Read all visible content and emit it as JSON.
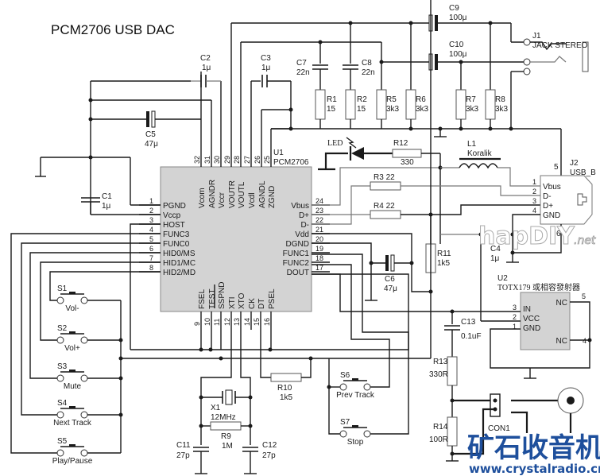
{
  "title": "PCM2706 USB DAC",
  "u1": {
    "ref": "U1",
    "part": "PCM2706",
    "top_pins": [
      {
        "num": "32",
        "name": "Vcom"
      },
      {
        "num": "31",
        "name": "AGNDR"
      },
      {
        "num": "30",
        "name": "Vccr"
      },
      {
        "num": "29",
        "name": "VOUTR"
      },
      {
        "num": "28",
        "name": "VOUTL"
      },
      {
        "num": "27",
        "name": "Vcdl"
      },
      {
        "num": "26",
        "name": "AGNDL"
      },
      {
        "num": "25",
        "name": "ZGND"
      }
    ],
    "left_pins": [
      {
        "num": "1",
        "name": "PGND"
      },
      {
        "num": "2",
        "name": "Vccp"
      },
      {
        "num": "3",
        "name": "HOST"
      },
      {
        "num": "4",
        "name": "FUNC3"
      },
      {
        "num": "5",
        "name": "FUNC0"
      },
      {
        "num": "6",
        "name": "HID0/MS"
      },
      {
        "num": "7",
        "name": "HID1/MC"
      },
      {
        "num": "8",
        "name": "HID2/MD"
      }
    ],
    "right_pins": [
      {
        "num": "24",
        "name": "Vbus"
      },
      {
        "num": "23",
        "name": "D+"
      },
      {
        "num": "22",
        "name": "D-"
      },
      {
        "num": "21",
        "name": "Vdd"
      },
      {
        "num": "20",
        "name": "DGND"
      },
      {
        "num": "19",
        "name": "FUNC1"
      },
      {
        "num": "18",
        "name": "FUNC2"
      },
      {
        "num": "17",
        "name": "DOUT"
      }
    ],
    "bottom_pins": [
      {
        "num": "9",
        "name": "FSEL"
      },
      {
        "num": "10",
        "name": "TEST"
      },
      {
        "num": "11",
        "name": "SSPND"
      },
      {
        "num": "12",
        "name": "XTI"
      },
      {
        "num": "13",
        "name": "XTO"
      },
      {
        "num": "14",
        "name": "CK"
      },
      {
        "num": "15",
        "name": "DT"
      },
      {
        "num": "16",
        "name": "PSEL"
      }
    ]
  },
  "components": {
    "c1": {
      "ref": "C1",
      "value": "1μ"
    },
    "c2": {
      "ref": "C2",
      "value": "1μ"
    },
    "c3": {
      "ref": "C3",
      "value": "1μ"
    },
    "c4": {
      "ref": "C4",
      "value": "1μ"
    },
    "c5": {
      "ref": "C5",
      "value": "47μ"
    },
    "c6": {
      "ref": "C6",
      "value": "47μ"
    },
    "c7": {
      "ref": "C7",
      "value": "22n"
    },
    "c8": {
      "ref": "C8",
      "value": "22n"
    },
    "c9": {
      "ref": "C9",
      "value": "100μ"
    },
    "c10": {
      "ref": "C10",
      "value": "100μ"
    },
    "c11": {
      "ref": "C11",
      "value": "27p"
    },
    "c12": {
      "ref": "C12",
      "value": "27p"
    },
    "c13": {
      "ref": "C13",
      "value": "0.1uF"
    },
    "r1": {
      "ref": "R1",
      "value": "15"
    },
    "r2": {
      "ref": "R2",
      "value": "15"
    },
    "r3": {
      "ref": "R3",
      "value": "22"
    },
    "r4": {
      "ref": "R4",
      "value": "22"
    },
    "r5": {
      "ref": "R5",
      "value": "3k3"
    },
    "r6": {
      "ref": "R6",
      "value": "3k3"
    },
    "r7": {
      "ref": "R7",
      "value": "3k3"
    },
    "r8": {
      "ref": "R8",
      "value": "3k3"
    },
    "r9": {
      "ref": "R9",
      "value": "1M"
    },
    "r10": {
      "ref": "R10",
      "value": "1k5"
    },
    "r11": {
      "ref": "R11",
      "value": "1k5"
    },
    "r12": {
      "ref": "R12",
      "value": "330"
    },
    "r13": {
      "ref": "R13",
      "value": "330R"
    },
    "r14": {
      "ref": "R14",
      "value": "100R"
    },
    "l1": {
      "ref": "L1",
      "value": "Koralik"
    },
    "x1": {
      "ref": "X1",
      "value": "12MHz"
    },
    "led": {
      "label": "LED"
    },
    "j1": {
      "ref": "J1",
      "value": "JACK STEREO"
    },
    "j2": {
      "ref": "J2",
      "value": "USB_B",
      "pins": [
        {
          "num": "1",
          "name": "Vbus"
        },
        {
          "num": "2",
          "name": "D-"
        },
        {
          "num": "3",
          "name": "D+"
        },
        {
          "num": "4",
          "name": "GND"
        }
      ],
      "shield_top": "5",
      "shield_bottom": "6"
    },
    "u2": {
      "ref": "U2",
      "value": "TOTX179 或相容發射器",
      "pins": [
        {
          "num": "3",
          "name": "IN"
        },
        {
          "num": "2",
          "name": "VCC"
        },
        {
          "num": "1",
          "name": "GND"
        },
        {
          "num": "5",
          "name": "NC"
        },
        {
          "num": "4",
          "name": "NC"
        }
      ]
    },
    "con1": {
      "ref": "CON1"
    }
  },
  "switches": [
    {
      "ref": "S1",
      "label": "Vol-"
    },
    {
      "ref": "S2",
      "label": "Vol+"
    },
    {
      "ref": "S3",
      "label": "Mute"
    },
    {
      "ref": "S4",
      "label": "Next Track"
    },
    {
      "ref": "S5",
      "label": "Play/Pause"
    },
    {
      "ref": "S6",
      "label": "Prev Track"
    },
    {
      "ref": "S7",
      "label": "Stop"
    }
  ],
  "watermarks": {
    "hardware_site": "hapDIY",
    "hardware_site_suffix": ".net",
    "cn_site": "矿石收音机",
    "cn_url": "www.crystalradio.cn"
  }
}
